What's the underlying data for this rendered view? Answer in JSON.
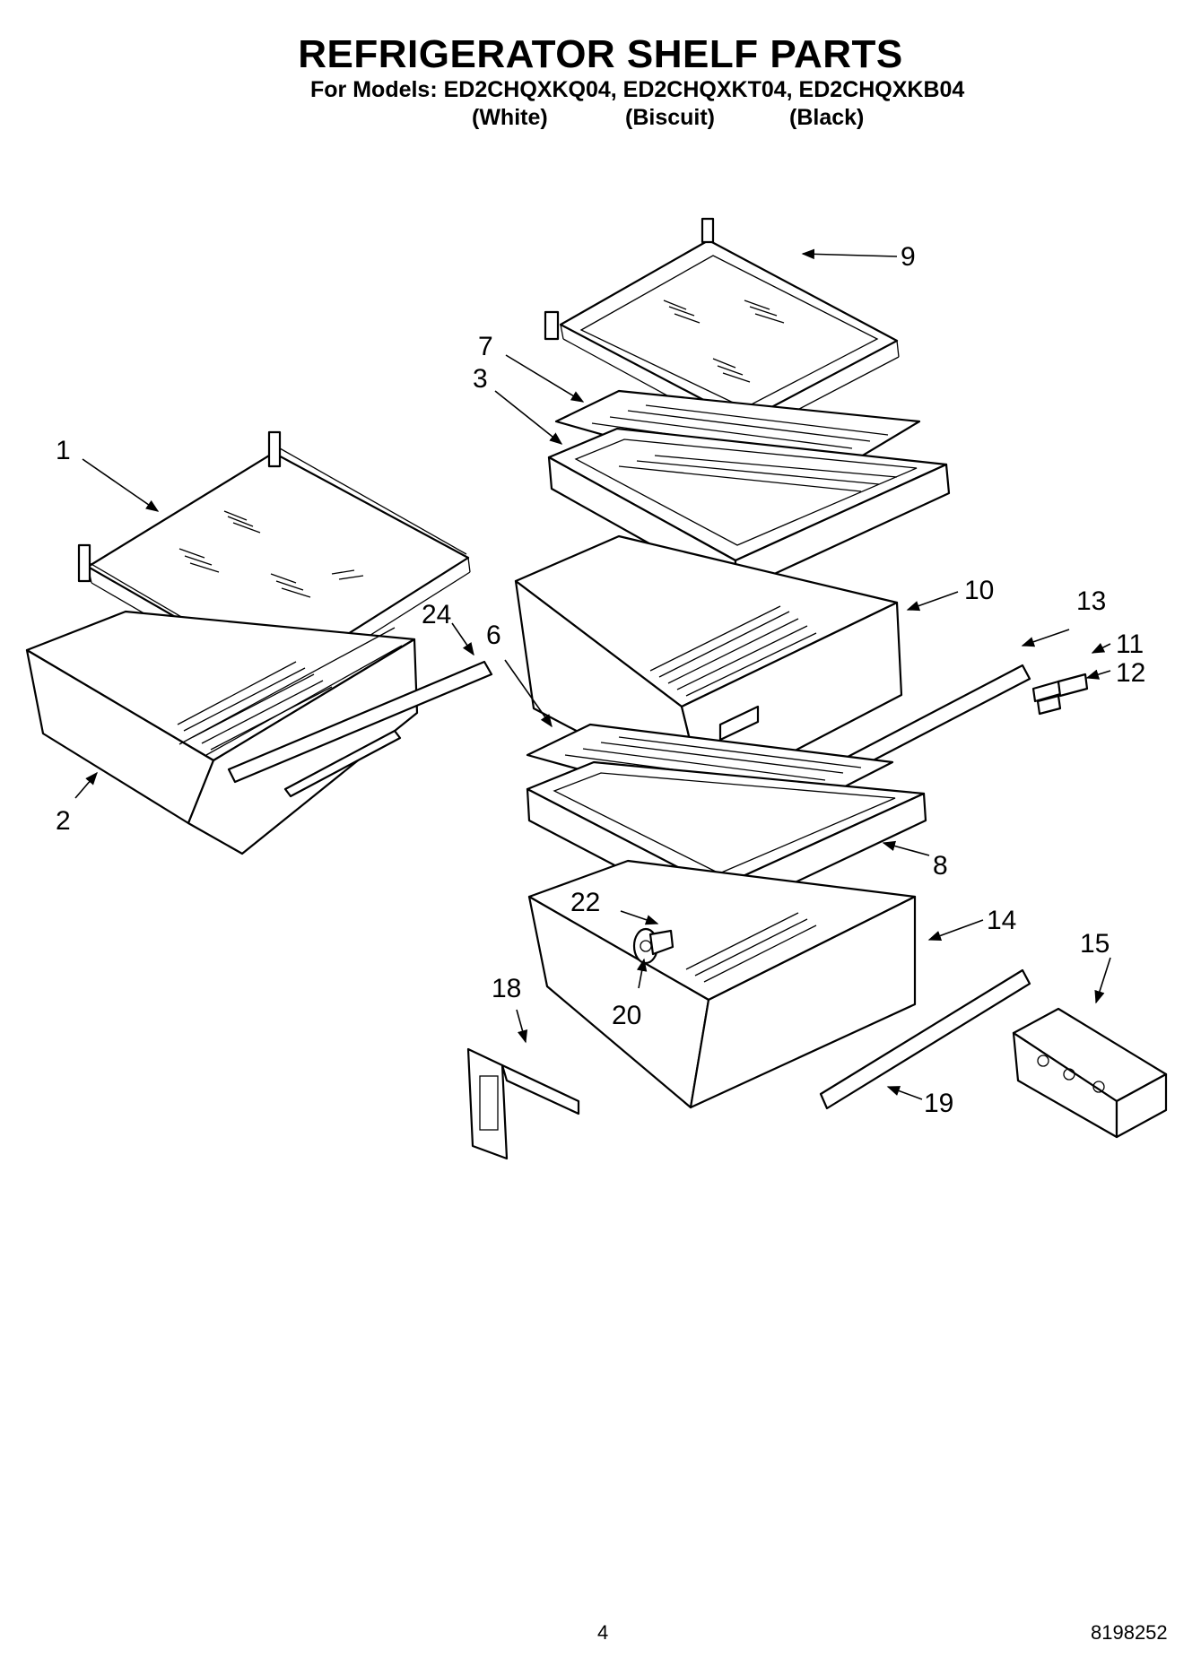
{
  "header": {
    "title": "REFRIGERATOR SHELF PARTS",
    "models_line": "For Models: ED2CHQXKQ04, ED2CHQXKT04, ED2CHQXKB04",
    "variants": [
      "(White)",
      "(Biscuit)",
      "(Black)"
    ]
  },
  "callouts": [
    "1",
    "2",
    "3",
    "6",
    "7",
    "8",
    "9",
    "10",
    "11",
    "12",
    "13",
    "14",
    "15",
    "18",
    "19",
    "20",
    "22",
    "24"
  ],
  "footer": {
    "page_number": "4",
    "document_number": "8198252"
  }
}
